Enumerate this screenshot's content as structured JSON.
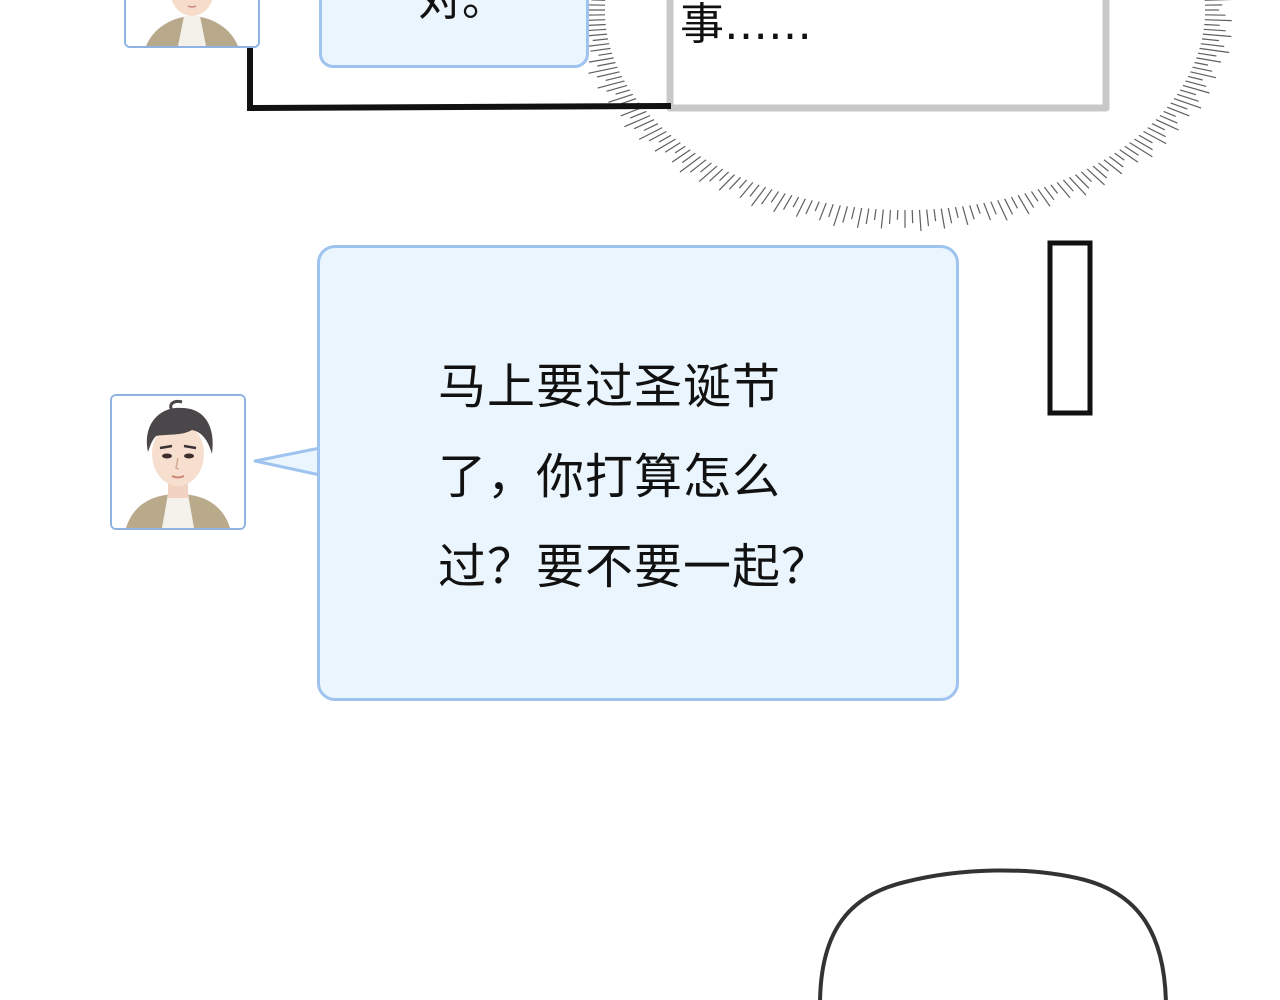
{
  "panel": {
    "top_bubble_partial_text": "对。",
    "burst_bubble_text": "事……",
    "main_bubble_lines": [
      "马上要过圣诞节",
      "了，你打算怎么",
      "过？要不要一起？"
    ]
  },
  "colors": {
    "bubble_fill": "#eaf5fd",
    "bubble_border": "#9ec3ee",
    "avatar_border": "#8fb4e3",
    "ink": "#111111",
    "burst_gray": "#bdbdbd"
  }
}
